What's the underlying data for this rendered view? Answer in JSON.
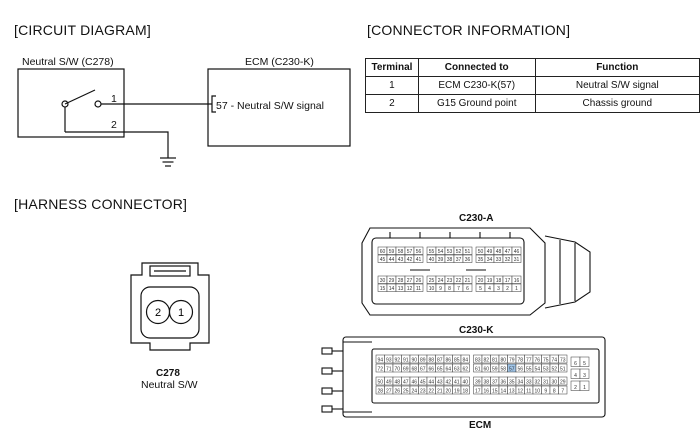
{
  "circuit": {
    "title": "[CIRCUIT DIAGRAM]",
    "switch_label": "Neutral S/W (C278)",
    "ecm_label": "ECM (C230-K)",
    "pin1": "1",
    "pin2": "2",
    "signal_label": "57 - Neutral S/W signal"
  },
  "connector_info": {
    "title": "[CONNECTOR INFORMATION]",
    "headers": [
      "Terminal",
      "Connected to",
      "Function"
    ],
    "rows": [
      [
        "1",
        "ECM C230-K(57)",
        "Neutral S/W signal"
      ],
      [
        "2",
        "G15 Ground point",
        "Chassis ground"
      ]
    ]
  },
  "harness": {
    "title": "[HARNESS CONNECTOR]",
    "c278": {
      "code": "C278",
      "name": "Neutral S/W",
      "pin_left": "2",
      "pin_right": "1"
    },
    "c230a": {
      "label": "C230-A",
      "rows": [
        [
          "60",
          "59",
          "58",
          "57",
          "56",
          "55",
          "54",
          "53",
          "52",
          "51",
          "50",
          "49",
          "48",
          "47",
          "46"
        ],
        [
          "45",
          "44",
          "43",
          "42",
          "41",
          "40",
          "39",
          "38",
          "37",
          "36",
          "35",
          "34",
          "33",
          "32",
          "31"
        ],
        [
          "30",
          "29",
          "28",
          "27",
          "26",
          "25",
          "24",
          "23",
          "22",
          "21",
          "20",
          "19",
          "18",
          "17",
          "16"
        ],
        [
          "15",
          "14",
          "13",
          "12",
          "11",
          "10",
          "9",
          "8",
          "7",
          "6",
          "5",
          "4",
          "3",
          "2",
          "1"
        ]
      ]
    },
    "c230k": {
      "label": "C230-K",
      "rows": [
        [
          "94",
          "93",
          "92",
          "91",
          "90",
          "89",
          "88",
          "87",
          "86",
          "85",
          "84",
          "83",
          "82",
          "81",
          "80",
          "79",
          "78",
          "77",
          "76",
          "75",
          "74",
          "73"
        ],
        [
          "72",
          "71",
          "70",
          "69",
          "68",
          "67",
          "66",
          "65",
          "64",
          "63",
          "62",
          "61",
          "60",
          "59",
          "58",
          "57",
          "56",
          "55",
          "54",
          "53",
          "52",
          "51"
        ],
        [
          "50",
          "49",
          "48",
          "47",
          "46",
          "45",
          "44",
          "43",
          "42",
          "41",
          "40",
          "39",
          "38",
          "37",
          "36",
          "35",
          "34",
          "33",
          "32",
          "31",
          "30",
          "29"
        ],
        [
          "28",
          "27",
          "26",
          "25",
          "24",
          "23",
          "22",
          "21",
          "20",
          "19",
          "18",
          "17",
          "16",
          "15",
          "14",
          "13",
          "12",
          "11",
          "10",
          "9",
          "8",
          "7"
        ]
      ],
      "side_rows": [
        [
          "6",
          "5"
        ],
        [
          "4",
          "3"
        ],
        [
          "2",
          "1"
        ]
      ],
      "highlight_pin": "57"
    },
    "ecm_caption": "ECM"
  }
}
